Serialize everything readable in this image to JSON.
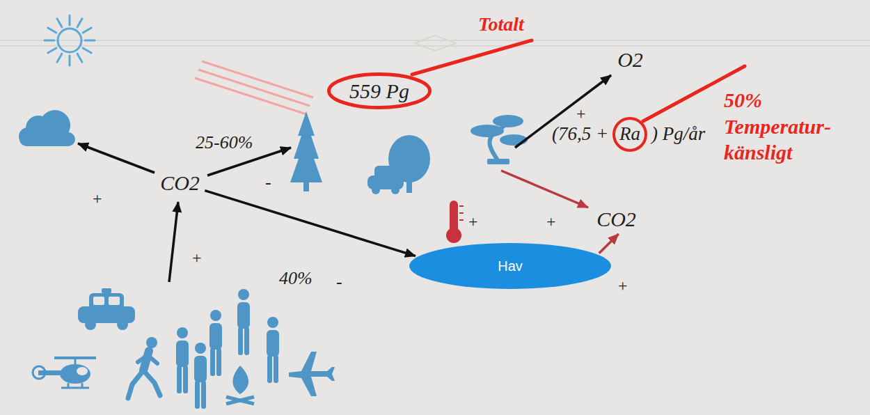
{
  "diagram": {
    "nodes": [
      {
        "text": [
          "O2"
        ]
      },
      {
        "text": [
          "559 Pg"
        ]
      },
      {
        "text": [
          "Ra"
        ]
      },
      {
        "text": [
          "CO2"
        ]
      },
      {
        "text": [
          "CO2"
        ]
      },
      {
        "text": [
          "Hav"
        ]
      }
    ],
    "edges": [
      {
        "from": 3,
        "to": 5,
        "arrow": "to"
      },
      {
        "from": 5,
        "to": 4,
        "arrow": "to"
      }
    ],
    "labels": [
      "Totalt",
      "50% Temperatur- känsligt",
      "+",
      "(76,5 +",
      ") Pg/år",
      "25-60%",
      "+",
      "-",
      "+",
      "+",
      "+",
      "40%",
      "-",
      "+"
    ]
  }
}
